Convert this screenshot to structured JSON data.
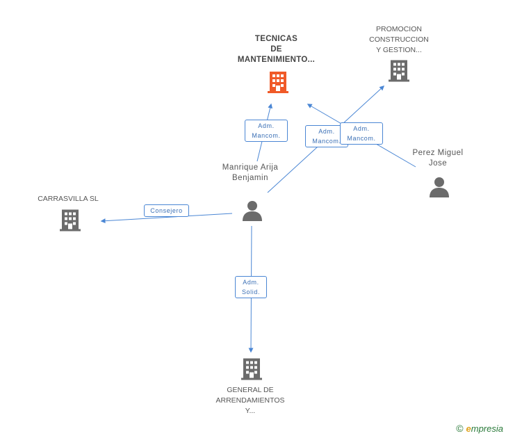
{
  "nodes": {
    "tecnicas": {
      "label": "TECNICAS\nDE\nMANTENIMIENTO...",
      "color": "#f05a28"
    },
    "promocion": {
      "label": "PROMOCION\nCONSTRUCCION\nY GESTION...",
      "color": "#6b6b6b"
    },
    "carrasvilla": {
      "label": "CARRASVILLA SL",
      "color": "#6b6b6b"
    },
    "general": {
      "label": "GENERAL DE\nARRENDAMIENTOS\nY...",
      "color": "#6b6b6b"
    },
    "manrique": {
      "label": "Manrique\nArija\nBenjamin",
      "color": "#6b6b6b"
    },
    "perez": {
      "label": "Perez\nMiguel Jose",
      "color": "#6b6b6b"
    }
  },
  "edges": {
    "manrique_tecnicas": "Adm.\nMancom.",
    "manrique_promocion": "Adm.\nMancom.",
    "perez_tecnicas": "Adm.\nMancom.",
    "manrique_carrasvilla": "Consejero",
    "manrique_general": "Adm.\nSolid."
  },
  "colors": {
    "edge": "#4a86d4",
    "building": "#6b6b6b",
    "highlight": "#f05a28"
  },
  "brand": {
    "copyright": "©",
    "e": "e",
    "rest": "mpresia"
  }
}
